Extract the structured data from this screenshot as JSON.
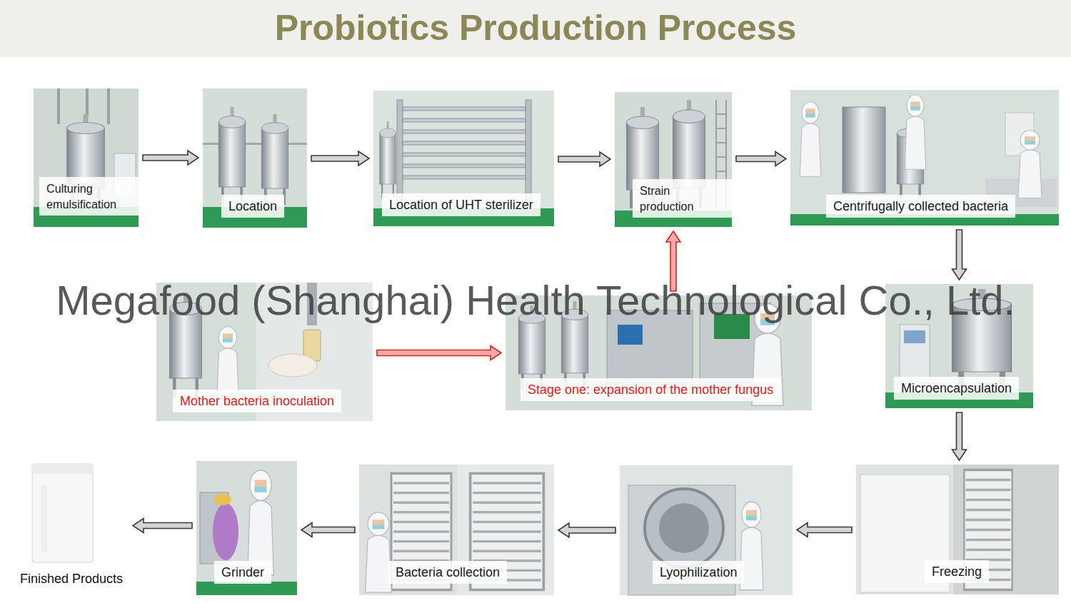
{
  "diagram": {
    "title": "Probiotics Production Process",
    "nodes": [
      {
        "text": [
          "Culturing emulsification"
        ]
      },
      {
        "text": [
          "Location"
        ]
      },
      {
        "text": [
          "Location of UHT sterilizer"
        ]
      },
      {
        "text": [
          "Strain production"
        ]
      },
      {
        "text": [
          "Centrifugally collected bacteria"
        ]
      },
      {
        "text": [
          "Mother bacteria inoculation"
        ]
      },
      {
        "text": [
          "Stage one: expansion of the mother fungus"
        ]
      },
      {
        "text": [
          "Microencapsulation"
        ]
      },
      {
        "text": [
          "Finished Products"
        ]
      },
      {
        "text": [
          "Grinder"
        ]
      },
      {
        "text": [
          "Bacteria collection"
        ]
      },
      {
        "text": [
          "Lyophilization"
        ]
      },
      {
        "text": [
          "Freezing"
        ]
      }
    ],
    "edges": [
      {
        "from": 0,
        "to": 1,
        "arrow": "to"
      },
      {
        "from": 1,
        "to": 2,
        "arrow": "to"
      },
      {
        "from": 2,
        "to": 3,
        "arrow": "to"
      },
      {
        "from": 3,
        "to": 4,
        "arrow": "to"
      },
      {
        "from": 4,
        "to": 7,
        "arrow": "to"
      },
      {
        "from": 7,
        "to": 12,
        "arrow": "to"
      },
      {
        "from": 12,
        "to": 11,
        "arrow": "to"
      },
      {
        "from": 11,
        "to": 10,
        "arrow": "to"
      },
      {
        "from": 10,
        "to": 9,
        "arrow": "to"
      },
      {
        "from": 9,
        "to": 8,
        "arrow": "to"
      },
      {
        "from": 5,
        "to": 6,
        "arrow": "to"
      },
      {
        "from": 6,
        "to": 3,
        "arrow": "to"
      }
    ],
    "labels": [
      "Megafood (Shanghai) Health Technological Co., Ltd."
    ]
  }
}
